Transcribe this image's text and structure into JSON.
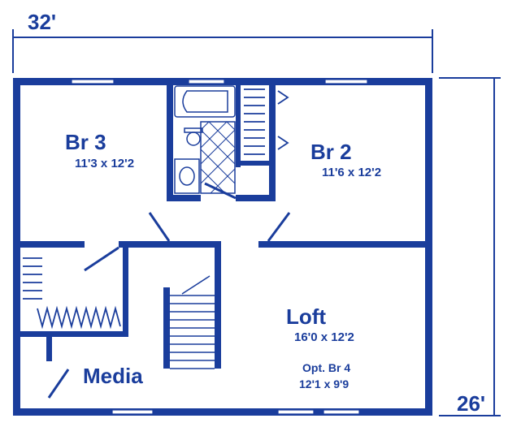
{
  "colors": {
    "ink": "#1a3d9c",
    "paper": "#ffffff"
  },
  "overall": {
    "width": "32'",
    "depth": "26'"
  },
  "rooms": [
    {
      "name": "Br 3",
      "size": "11'3 x 12'2"
    },
    {
      "name": "Br 2",
      "size": "11'6 x 12'2"
    },
    {
      "name": "Loft",
      "size": "16'0 x 12'2",
      "note": "Opt. Br 4",
      "note_size": "12'1 x 9'9"
    },
    {
      "name": "Media"
    }
  ]
}
